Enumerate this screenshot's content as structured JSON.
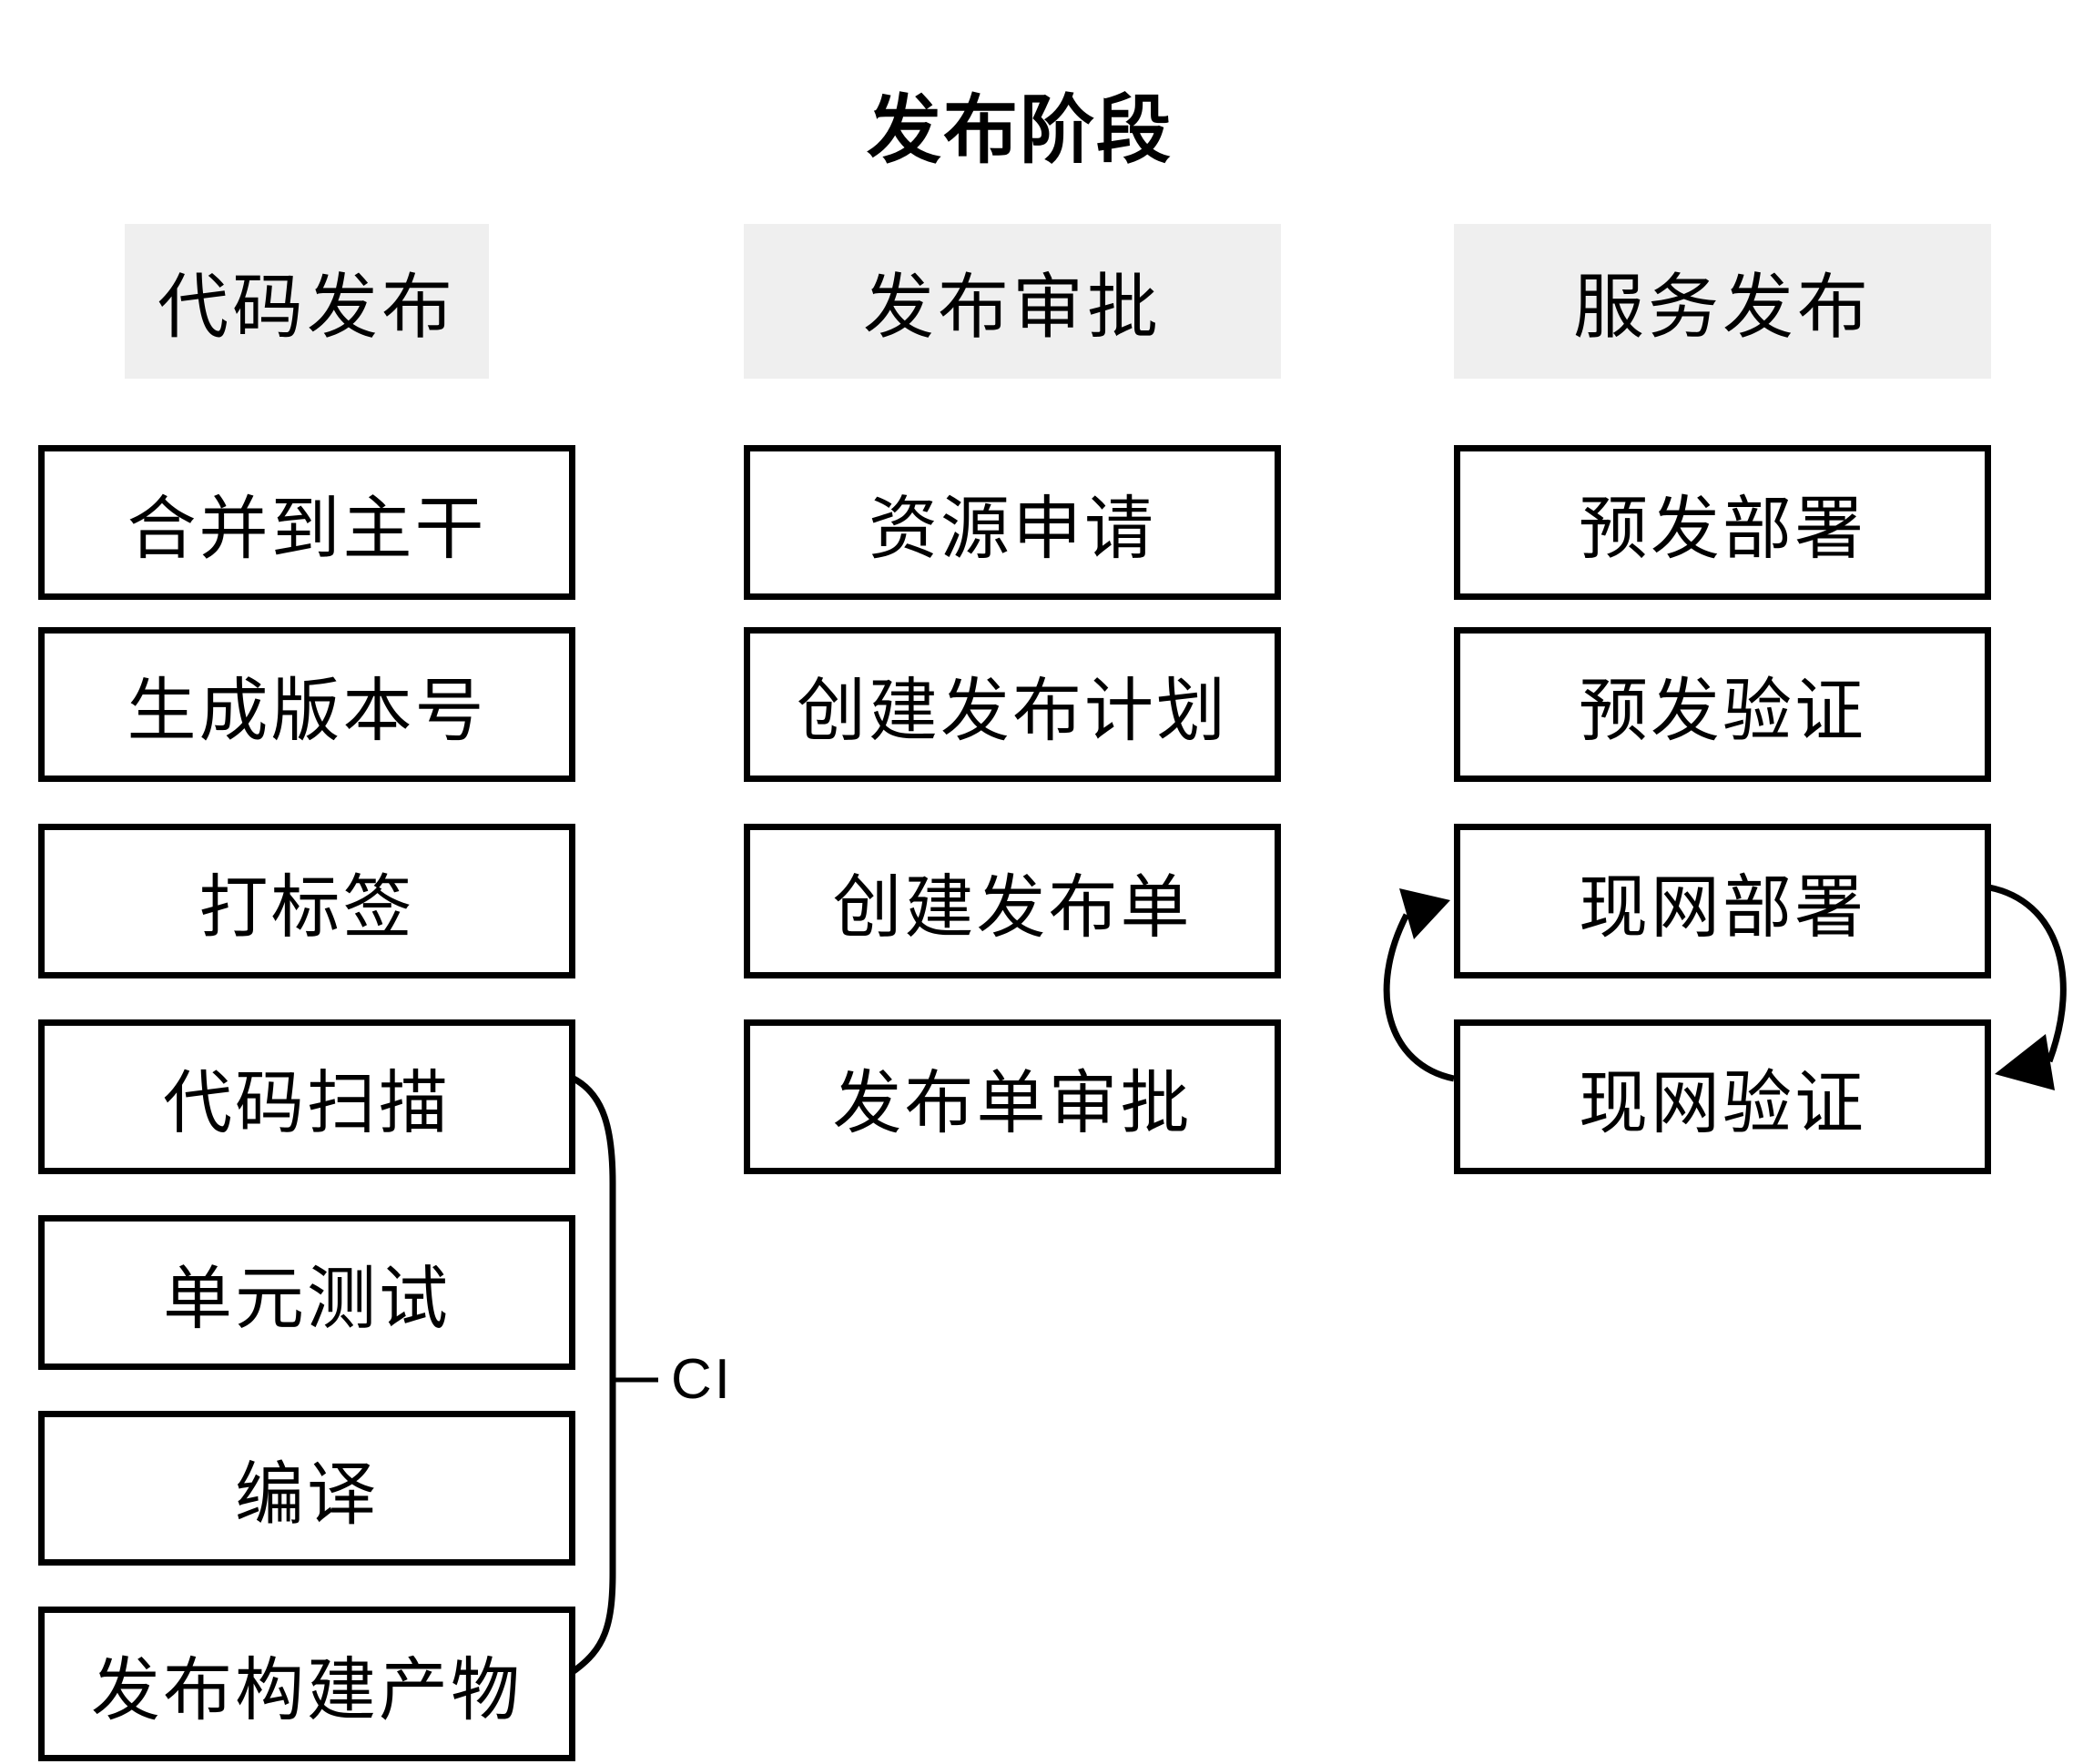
{
  "title": "发布阶段",
  "columns": [
    {
      "id": "code-release",
      "header": "代码发布",
      "boxes": [
        "合并到主干",
        "生成版本号",
        "打标签",
        "代码扫描",
        "单元测试",
        "编译",
        "发布构建产物"
      ]
    },
    {
      "id": "release-approval",
      "header": "发布审批",
      "boxes": [
        "资源申请",
        "创建发布计划",
        "创建发布单",
        "发布单审批"
      ]
    },
    {
      "id": "service-release",
      "header": "服务发布",
      "boxes": [
        "预发部署",
        "预发验证",
        "现网部署",
        "现网验证"
      ]
    }
  ],
  "ci": {
    "label": "CI",
    "bracketed_steps": [
      "代码扫描",
      "单元测试",
      "编译",
      "发布构建产物"
    ]
  },
  "loop": {
    "between": [
      "现网部署",
      "现网验证"
    ]
  },
  "colors": {
    "text": "#000000",
    "line": "#000000",
    "box_background": "#ffffff",
    "header_background": "#efefef",
    "page_background": "#ffffff"
  }
}
